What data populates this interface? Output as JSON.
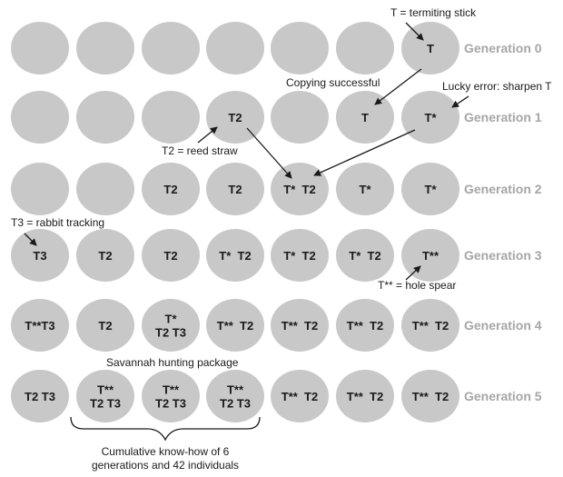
{
  "colors": {
    "circle_fill": "#c8c8c8",
    "generation_label": "#a6a6a6",
    "text": "#1a1a1a"
  },
  "generations": [
    {
      "label": "Generation 0",
      "cells": [
        [],
        [],
        [],
        [],
        [],
        [],
        [
          "T"
        ]
      ]
    },
    {
      "label": "Generation 1",
      "cells": [
        [],
        [],
        [],
        [
          "T2"
        ],
        [],
        [
          "T"
        ],
        [
          "T*"
        ]
      ]
    },
    {
      "label": "Generation 2",
      "cells": [
        [],
        [],
        [
          "T2"
        ],
        [
          "T2"
        ],
        [
          "T*  T2"
        ],
        [
          "T*"
        ],
        [
          "T*"
        ]
      ]
    },
    {
      "label": "Generation 3",
      "cells": [
        [
          "T3"
        ],
        [
          "T2"
        ],
        [
          "T2"
        ],
        [
          "T*  T2"
        ],
        [
          "T*  T2"
        ],
        [
          "T*  T2"
        ],
        [
          "T**"
        ]
      ]
    },
    {
      "label": "Generation 4",
      "cells": [
        [
          "T**T3"
        ],
        [
          "T2"
        ],
        [
          "T*",
          "T2 T3"
        ],
        [
          "T**  T2"
        ],
        [
          "T**  T2"
        ],
        [
          "T**  T2"
        ],
        [
          "T**  T2"
        ]
      ]
    },
    {
      "label": "Generation 5",
      "cells": [
        [
          "T2 T3"
        ],
        [
          "T**",
          "T2 T3"
        ],
        [
          "T**",
          "T2 T3"
        ],
        [
          "T**",
          "T2 T3"
        ],
        [
          "T**  T2"
        ],
        [
          "T**  T2"
        ],
        [
          "T**  T2"
        ]
      ]
    }
  ],
  "annotations": {
    "termiting_stick": "T = termiting stick",
    "copying_successful": "Copying successful",
    "lucky_error": "Lucky error: sharpen T",
    "reed_straw": "T2 = reed straw",
    "rabbit_tracking": "T3 = rabbit tracking",
    "hole_spear": "T** = hole spear",
    "savannah_package": "Savannah hunting package",
    "cumulative_line1": "Cumulative know-how of 6",
    "cumulative_line2": "generations and 42 individuals"
  }
}
